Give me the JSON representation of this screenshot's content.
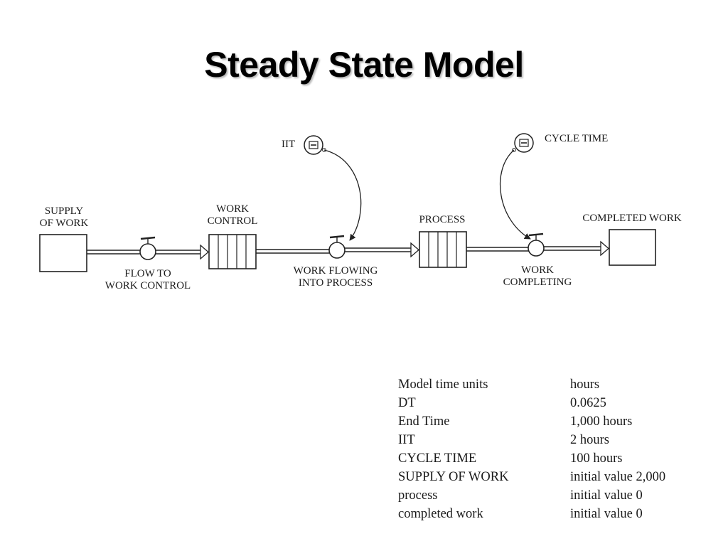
{
  "slide": {
    "title": "Steady State Model"
  },
  "diagram": {
    "stocks": {
      "supply_of_work": [
        "SUPPLY",
        "OF WORK"
      ],
      "work_control": [
        "WORK",
        "CONTROL"
      ],
      "process": "PROCESS",
      "completed_work": "COMPLETED WORK"
    },
    "flows": {
      "flow_to_work_control": [
        "FLOW TO",
        "WORK CONTROL"
      ],
      "work_flowing_into_process": [
        "WORK FLOWING",
        "INTO PROCESS"
      ],
      "work_completing": [
        "WORK",
        "COMPLETING"
      ]
    },
    "converters": {
      "iit": "IIT",
      "cycle_time": "CYCLE TIME"
    }
  },
  "parameters": [
    {
      "name": "Model time units",
      "value": "hours"
    },
    {
      "name": "DT",
      "value": "0.0625"
    },
    {
      "name": "End Time",
      "value": "1,000 hours"
    },
    {
      "name": "IIT",
      "value": "2 hours"
    },
    {
      "name": "CYCLE TIME",
      "value": "100 hours"
    },
    {
      "name": "SUPPLY OF WORK",
      "value": "initial value 2,000"
    },
    {
      "name": "process",
      "value": "initial value 0"
    },
    {
      "name": "completed work",
      "value": "initial value 0"
    }
  ]
}
